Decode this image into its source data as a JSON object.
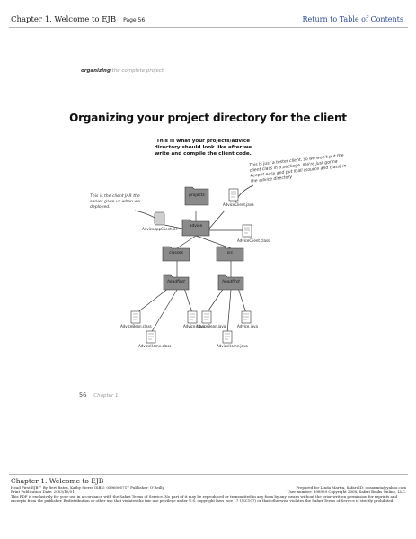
{
  "header": {
    "chapter": "Chapter 1. Welcome to EJB",
    "page": "Page 56",
    "toc_link": "Return to Table of Contents"
  },
  "running_head": {
    "bold": "organizing",
    "rest": "the complete project"
  },
  "title": "Organizing your project directory for the client",
  "diagram": {
    "headline": "This is what your projects/advice directory should look like after we write and compile the client code.",
    "note_right": "This is just a tester client, so we won't put the client class in a package. We're just gonna keep it easy and put it all (source and class) in the advice directory",
    "note_left": "This is the client JAR the server gave us when we deployed.",
    "folders": {
      "projects": "projects",
      "advice": "advice",
      "classes": "classes",
      "src": "src",
      "headfirst_left": "headfirst",
      "headfirst_right": "headfirst"
    },
    "files": {
      "jar": "AdviceAppClient.jar",
      "client_java": "AdviceClient.java",
      "client_class": "AdviceClient.class",
      "bean_class": "AdviceBean.class",
      "advice_class": "Advice.class",
      "home_class": "AdviceHome.class",
      "bean_java": "AdviceBean.java",
      "advice_java": "Advice.java",
      "home_java": "AdviceHome.java"
    }
  },
  "page_number": {
    "num": "56",
    "chapter": "Chapter 1"
  },
  "footer": {
    "chapter": "Chapter 1. Welcome to EJB",
    "line1_left": "Head First EJB™ By Bert Bates, Kathy Sierra ISBN: 0596005717 Publisher: O'Reilly",
    "line1_right": "Prepared for Linda Martin, Safari ID: dosanmta@yahoo.com",
    "line2_left": "Print Publication Date: 2003/10/01",
    "line2_right": "User number: 898969 Copyright 2008, Safari Books Online, LLC.",
    "legal": "This PDF is exclusively for your use in accordance with the Safari Terms of Service. No part of it may be reproduced or transmitted in any form by any means without the prior written permission for reprints and excerpts from the publisher. Redistribution or other use that violates the fair use privilege under U.S. copyright laws (see 17 USC107) or that otherwise violates the Safari Terms of Service is strictly prohibited."
  }
}
